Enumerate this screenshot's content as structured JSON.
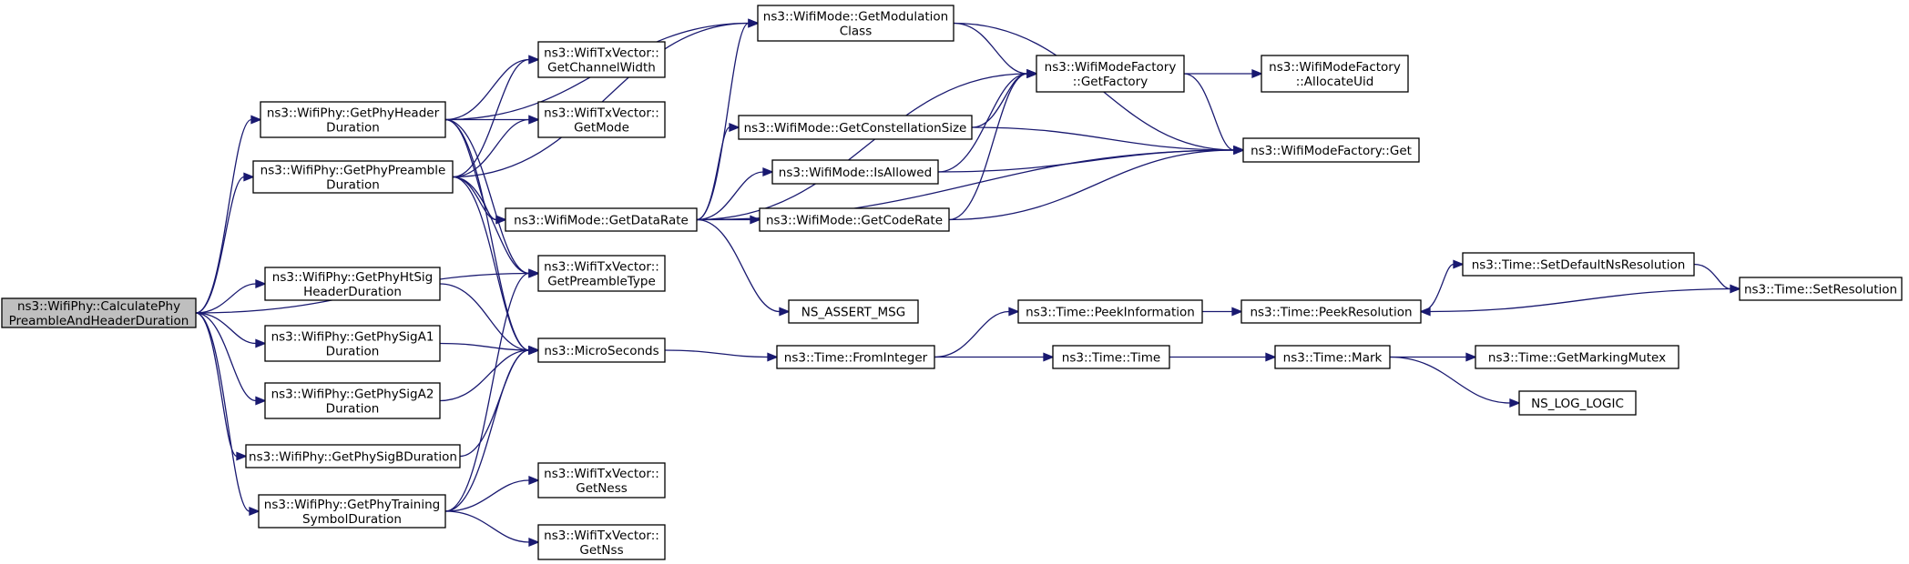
{
  "graph": {
    "root": "n0",
    "edge_color": "#191970",
    "root_fill": "#bfbfbf",
    "nodes": [
      {
        "id": "n0",
        "lines": [
          "ns3::WifiPhy::CalculatePhy",
          "PreambleAndHeaderDuration"
        ]
      },
      {
        "id": "n1",
        "lines": [
          "ns3::WifiPhy::GetPhyHeader",
          "Duration"
        ]
      },
      {
        "id": "n2",
        "lines": [
          "ns3::WifiPhy::GetPhyPreamble",
          "Duration"
        ]
      },
      {
        "id": "n3",
        "lines": [
          "ns3::WifiTxVector::",
          "GetPreambleType"
        ]
      },
      {
        "id": "n4",
        "lines": [
          "ns3::WifiPhy::GetPhyHtSig",
          "HeaderDuration"
        ]
      },
      {
        "id": "n5",
        "lines": [
          "ns3::WifiPhy::GetPhySigA1",
          "Duration"
        ]
      },
      {
        "id": "n6",
        "lines": [
          "ns3::WifiPhy::GetPhySigA2",
          "Duration"
        ]
      },
      {
        "id": "n7",
        "lines": [
          "ns3::WifiPhy::GetPhySigBDuration"
        ]
      },
      {
        "id": "n8",
        "lines": [
          "ns3::WifiPhy::GetPhyTraining",
          "SymbolDuration"
        ]
      },
      {
        "id": "n9",
        "lines": [
          "ns3::WifiTxVector::",
          "GetChannelWidth"
        ]
      },
      {
        "id": "n10",
        "lines": [
          "ns3::WifiTxVector::",
          "GetMode"
        ]
      },
      {
        "id": "n11",
        "lines": [
          "ns3::WifiMode::GetDataRate"
        ]
      },
      {
        "id": "n12",
        "lines": [
          "ns3::MicroSeconds"
        ]
      },
      {
        "id": "n13",
        "lines": [
          "ns3::WifiMode::GetModulation",
          "Class"
        ]
      },
      {
        "id": "n14",
        "lines": [
          "ns3::WifiTxVector::",
          "GetNess"
        ]
      },
      {
        "id": "n15",
        "lines": [
          "ns3::WifiTxVector::",
          "GetNss"
        ]
      },
      {
        "id": "n16",
        "lines": [
          "ns3::WifiModeFactory",
          "::GetFactory"
        ]
      },
      {
        "id": "n17",
        "lines": [
          "ns3::WifiModeFactory::Get"
        ]
      },
      {
        "id": "n18",
        "lines": [
          "ns3::WifiMode::GetCodeRate"
        ]
      },
      {
        "id": "n19",
        "lines": [
          "ns3::WifiMode::GetConstellationSize"
        ]
      },
      {
        "id": "n20",
        "lines": [
          "ns3::WifiMode::IsAllowed"
        ]
      },
      {
        "id": "n21",
        "lines": [
          "NS_ASSERT_MSG"
        ]
      },
      {
        "id": "n22",
        "lines": [
          "ns3::Time::FromInteger"
        ]
      },
      {
        "id": "n23",
        "lines": [
          "ns3::WifiModeFactory",
          "::AllocateUid"
        ]
      },
      {
        "id": "n24",
        "lines": [
          "ns3::Time::PeekInformation"
        ]
      },
      {
        "id": "n25",
        "lines": [
          "ns3::Time::Time"
        ]
      },
      {
        "id": "n26",
        "lines": [
          "ns3::Time::PeekResolution"
        ]
      },
      {
        "id": "n27",
        "lines": [
          "ns3::Time::Mark"
        ]
      },
      {
        "id": "n28",
        "lines": [
          "ns3::Time::SetDefaultNsResolution"
        ]
      },
      {
        "id": "n29",
        "lines": [
          "ns3::Time::GetMarkingMutex"
        ]
      },
      {
        "id": "n30",
        "lines": [
          "NS_LOG_LOGIC"
        ]
      },
      {
        "id": "n31",
        "lines": [
          "ns3::Time::SetResolution"
        ]
      }
    ],
    "edges": [
      [
        "n0",
        "n1"
      ],
      [
        "n0",
        "n2"
      ],
      [
        "n0",
        "n3"
      ],
      [
        "n0",
        "n4"
      ],
      [
        "n0",
        "n5"
      ],
      [
        "n0",
        "n6"
      ],
      [
        "n0",
        "n7"
      ],
      [
        "n0",
        "n8"
      ],
      [
        "n1",
        "n9"
      ],
      [
        "n1",
        "n10"
      ],
      [
        "n1",
        "n3"
      ],
      [
        "n1",
        "n11"
      ],
      [
        "n1",
        "n12"
      ],
      [
        "n1",
        "n13"
      ],
      [
        "n2",
        "n9"
      ],
      [
        "n2",
        "n10"
      ],
      [
        "n2",
        "n3"
      ],
      [
        "n2",
        "n11"
      ],
      [
        "n2",
        "n12"
      ],
      [
        "n2",
        "n13"
      ],
      [
        "n4",
        "n12"
      ],
      [
        "n5",
        "n12"
      ],
      [
        "n6",
        "n12"
      ],
      [
        "n7",
        "n12"
      ],
      [
        "n8",
        "n3"
      ],
      [
        "n8",
        "n12"
      ],
      [
        "n8",
        "n14"
      ],
      [
        "n8",
        "n15"
      ],
      [
        "n11",
        "n16"
      ],
      [
        "n11",
        "n17"
      ],
      [
        "n11",
        "n18"
      ],
      [
        "n11",
        "n19"
      ],
      [
        "n11",
        "n20"
      ],
      [
        "n11",
        "n21"
      ],
      [
        "n11",
        "n13"
      ],
      [
        "n12",
        "n22"
      ],
      [
        "n13",
        "n16"
      ],
      [
        "n13",
        "n17"
      ],
      [
        "n16",
        "n23"
      ],
      [
        "n16",
        "n17"
      ],
      [
        "n18",
        "n16"
      ],
      [
        "n18",
        "n17"
      ],
      [
        "n19",
        "n16"
      ],
      [
        "n19",
        "n17"
      ],
      [
        "n20",
        "n16"
      ],
      [
        "n20",
        "n17"
      ],
      [
        "n22",
        "n24"
      ],
      [
        "n22",
        "n25"
      ],
      [
        "n24",
        "n26"
      ],
      [
        "n25",
        "n27"
      ],
      [
        "n26",
        "n28"
      ],
      [
        "n27",
        "n29"
      ],
      [
        "n27",
        "n30"
      ],
      [
        "n28",
        "n31"
      ],
      [
        "n31",
        "n26"
      ]
    ]
  }
}
